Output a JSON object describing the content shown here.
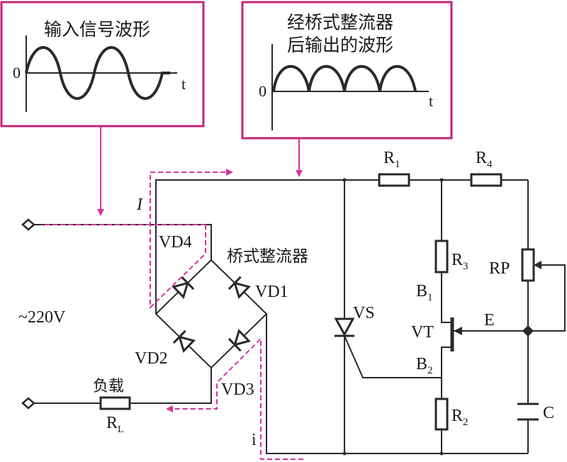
{
  "boxes": {
    "input": {
      "title": "输入信号波形",
      "zero": "0",
      "t": "t"
    },
    "output": {
      "title_line1": "经桥式整流器",
      "title_line2": "后输出的波形",
      "zero": "0",
      "t": "t"
    }
  },
  "labels": {
    "bridge": "桥式整流器",
    "vd1": "VD1",
    "vd2": "VD2",
    "vd3": "VD3",
    "vd4": "VD4",
    "voltage": "~220V",
    "load": "负载",
    "rl_main": "R",
    "rl_sub": "L",
    "vs": "VS",
    "r1_main": "R",
    "r1_sub": "1",
    "r2_main": "R",
    "r2_sub": "2",
    "r3_main": "R",
    "r3_sub": "3",
    "r4_main": "R",
    "r4_sub": "4",
    "rp": "RP",
    "b1_main": "B",
    "b1_sub": "1",
    "b2_main": "B",
    "b2_sub": "2",
    "vt": "VT",
    "e": "E",
    "c": "C",
    "current_upper": "I",
    "current_lower": "i"
  },
  "colors": {
    "wire": "#2a2a2a",
    "box_border": "#c2267a",
    "current_path": "#d6339a"
  }
}
